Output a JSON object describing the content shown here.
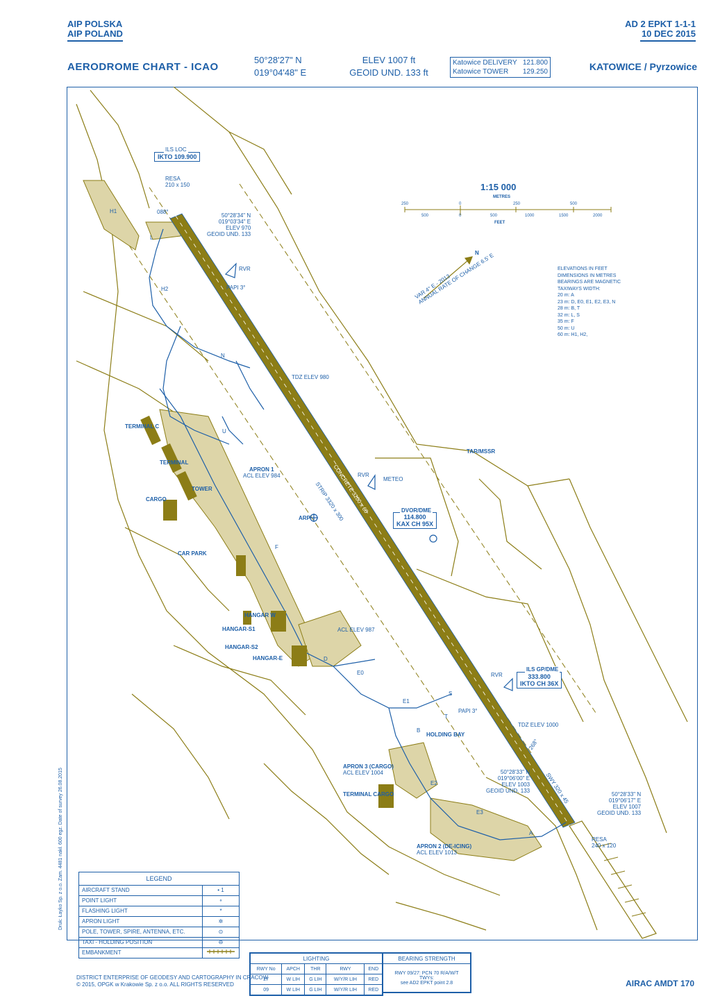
{
  "header": {
    "publisher_line1": "AIP POLSKA",
    "publisher_line2": "AIP POLAND",
    "page_ref": "AD 2 EPKT 1-1-1",
    "date": "10 DEC 2015",
    "chart_title": "AERODROME CHART - ICAO",
    "arp_lat": "50°28'27\" N",
    "arp_lon": "019°04'48\" E",
    "elev": "ELEV 1007 ft",
    "geoid": "GEOID UND. 133 ft",
    "freq": [
      {
        "name": "Katowice DELIVERY",
        "value": "121.800"
      },
      {
        "name": "Katowice TOWER",
        "value": "129.250"
      }
    ],
    "location": "KATOWICE / Pyrzowice"
  },
  "scale": {
    "title": "1:15 000",
    "metres_label": "METRES",
    "feet_label": "FEET",
    "metre_ticks": [
      "250",
      "0",
      "250",
      "500"
    ],
    "feet_ticks": [
      "500",
      "0",
      "500",
      "1000",
      "1500",
      "2000"
    ]
  },
  "notes": [
    "ELEVATIONS IN FEET",
    "DIMENSIONS IN METRES",
    "BEARINGS ARE MAGNETIC",
    "TAXIWAYS WIDTH:",
    "20 m: A",
    "23 m: D, E0, E1, E2, E3, N",
    "28 m: B, T",
    "32 m: L, S",
    "35 m: F",
    "50 m: U",
    "60 m: H1, H2,"
  ],
  "map": {
    "ils_loc": {
      "tag": "ILS LOC",
      "value": "IKTO 109.900"
    },
    "resa_north": [
      "RESA",
      "210 x 150"
    ],
    "thr_north": [
      "50°28'34\" N",
      "019°03'34\" E",
      "ELEV 970",
      "GEOID UND. 133"
    ],
    "rwy_09": "088°",
    "rvr": "RVR",
    "papi": "PAPI 3°",
    "var": [
      "VAR 4° E - 2013",
      "ANNUAL RATE OF CHANGE 6.5' E"
    ],
    "north": "N",
    "tdz_west": "TDZ ELEV 980",
    "tar": "TAR/MSSR",
    "meteo": "METEO",
    "strip": "STRIP 3320 x 300",
    "concrete": "CONCRETE 3200 x 60",
    "dvor": {
      "tag": "DVOR/DME",
      "value1": "114.800",
      "value2": "KAX CH 95X"
    },
    "arp": "ARP",
    "apron1": [
      "APRON 1",
      "ACL ELEV 984"
    ],
    "terminal_c": "TERMINAL C",
    "terminal": "TERMINAL",
    "tower": "TOWER",
    "cargo": "CARGO",
    "car_park": "CAR PARK",
    "hangar_w": "HANGAR W",
    "hangar_s1": "HANGAR-S1",
    "hangar_s2": "HANGAR-S2",
    "hangar_e": "HANGAR-E",
    "acl_987": "ACL ELEV 987",
    "ils_gp": {
      "tag": "ILS GP/DME",
      "value1": "333.800",
      "value2": "IKTO CH 36X"
    },
    "rvr_east": "RVR",
    "papi_east": "PAPI 3°",
    "tdz_east": "TDZ ELEV 1000",
    "holding_bay": "HOLDING BAY",
    "rwy_27": "268°",
    "apron3": [
      "APRON 3 (CARGO)",
      "ACL ELEV 1004"
    ],
    "terminal_cargo": "TERMINAL CARGO",
    "coords_mid": [
      "50°28'33\" N",
      "019°06'00\" E",
      "ELEV 1003",
      "GEOID UND. 133"
    ],
    "swy": "SWY 320 x 45",
    "thr_east": [
      "50°28'33\" N",
      "019°06'17\" E",
      "ELEV 1007",
      "GEOID UND. 133"
    ],
    "apron2": [
      "APRON 2 (DE-ICING)",
      "ACL ELEV 1013"
    ],
    "resa_east": [
      "RESA",
      "240 x 120"
    ],
    "taxiways": [
      "H1",
      "H2",
      "L",
      "N",
      "U",
      "F",
      "D",
      "E0",
      "E1",
      "E2",
      "E3",
      "T",
      "S",
      "B",
      "A"
    ]
  },
  "legend": {
    "title": "LEGEND",
    "rows": [
      {
        "name": "AIRCRAFT STAND",
        "symbol": "• 1"
      },
      {
        "name": "POINT LIGHT",
        "symbol": "∘"
      },
      {
        "name": "FLASHING LIGHT",
        "symbol": "*"
      },
      {
        "name": "APRON LIGHT",
        "symbol": "✲"
      },
      {
        "name": "POLE, TOWER, SPIRE, ANTENNA, ETC.",
        "symbol": "⊙"
      },
      {
        "name": "TAXI - HOLDING POSITION",
        "symbol": "⊖"
      },
      {
        "name": "EMBANKMENT",
        "symbol": ""
      }
    ]
  },
  "lighting": {
    "title": "LIGHTING",
    "headers": [
      "RWY No",
      "APCH",
      "THR",
      "RWY",
      "END"
    ],
    "rows": [
      [
        "27",
        "W LIH",
        "G LIH",
        "W/Y/R LIH",
        "RED"
      ],
      [
        "09",
        "W LIH",
        "G LIH",
        "W/Y/R LIH",
        "RED"
      ]
    ]
  },
  "bearing": {
    "title": "BEARING STRENGTH",
    "line1": "RWY 09/27: PCN 70 R/A/W/T",
    "line2": "TWYs:",
    "line3": "see AD2 EPKT point 2.8"
  },
  "footer": {
    "line1": "DISTRICT ENTERPRISE OF GEODESY AND CARTOGRAPHY IN CRACOW",
    "line2": "© 2015, OPGK w Krakowie Sp. z o.o. ALL RIGHTS RESERVED",
    "airac": "AIRAC AMDT 170",
    "side": "Druk: Łayko Sp. z o.o. Zam. 4481  nakł. 600 egz.  Date of survey 26.08.2015"
  },
  "colors": {
    "blue": "#1d5fa8",
    "olive": "#8c7d16",
    "apron": "#ddd5a8",
    "runway": "#8c7d16"
  }
}
